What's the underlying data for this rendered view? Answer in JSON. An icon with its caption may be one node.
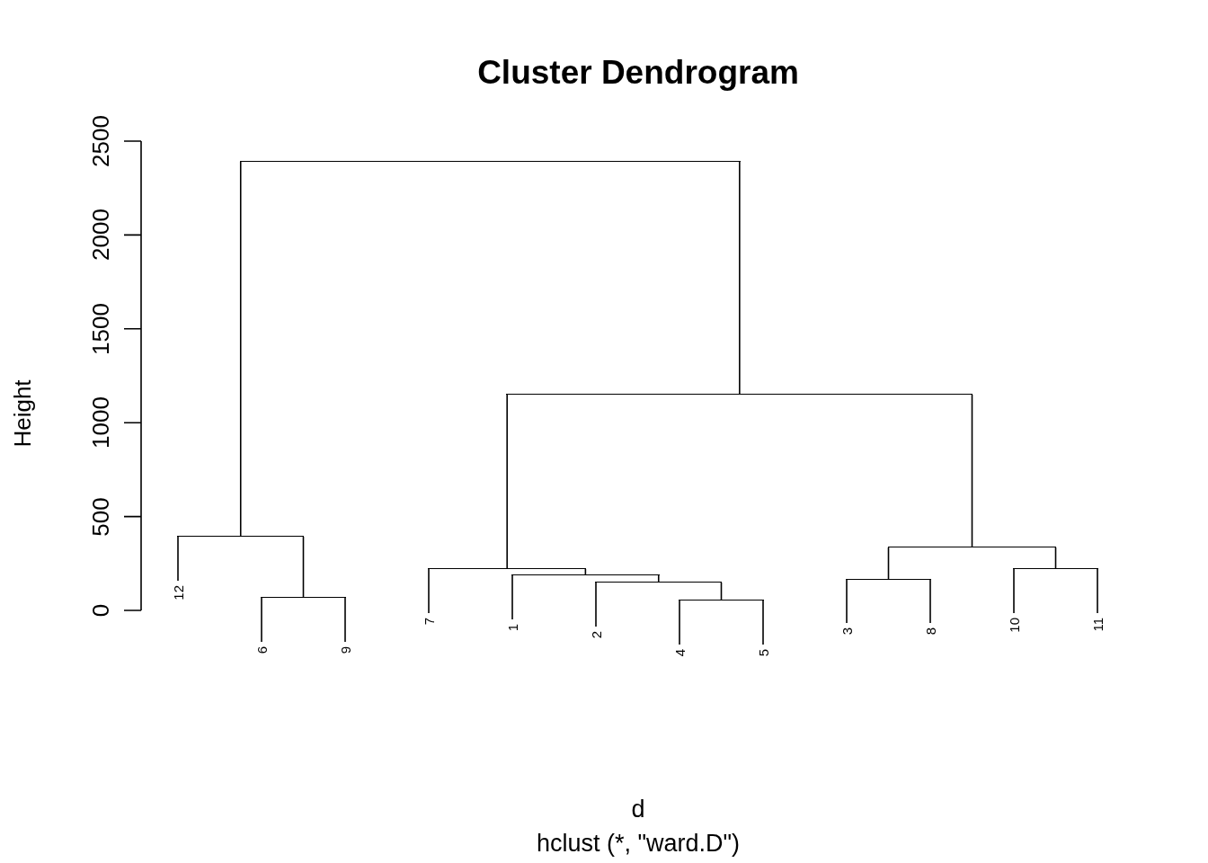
{
  "diagram": {
    "title": "Cluster Dendrogram",
    "nodes": [
      {
        "text": [
          "12"
        ]
      },
      {
        "text": [
          "6"
        ]
      },
      {
        "text": [
          "9"
        ]
      },
      {
        "text": [
          "7"
        ]
      },
      {
        "text": [
          "1"
        ]
      },
      {
        "text": [
          "2"
        ]
      },
      {
        "text": [
          "4"
        ]
      },
      {
        "text": [
          "5"
        ]
      },
      {
        "text": [
          "3"
        ]
      },
      {
        "text": [
          "8"
        ]
      },
      {
        "text": [
          "10"
        ]
      },
      {
        "text": [
          "11"
        ]
      },
      {
        "text": [],
        "shape": "bar"
      },
      {
        "text": [],
        "shape": "bar"
      },
      {
        "text": [],
        "shape": "bar"
      },
      {
        "text": [],
        "shape": "bar"
      },
      {
        "text": [],
        "shape": "bar"
      },
      {
        "text": [],
        "shape": "bar"
      },
      {
        "text": [],
        "shape": "bar"
      },
      {
        "text": [],
        "shape": "bar"
      },
      {
        "text": [],
        "shape": "bar"
      },
      {
        "text": [],
        "shape": "bar"
      },
      {
        "text": [],
        "shape": "bar"
      }
    ],
    "edges": [
      {
        "from": 1,
        "to": 12,
        "arrow": "none"
      },
      {
        "from": 2,
        "to": 12,
        "arrow": "none"
      },
      {
        "from": 0,
        "to": 13,
        "arrow": "none"
      },
      {
        "from": 12,
        "to": 13,
        "arrow": "none"
      },
      {
        "from": 6,
        "to": 14,
        "arrow": "none"
      },
      {
        "from": 7,
        "to": 14,
        "arrow": "none"
      },
      {
        "from": 5,
        "to": 15,
        "arrow": "none"
      },
      {
        "from": 14,
        "to": 15,
        "arrow": "none"
      },
      {
        "from": 4,
        "to": 16,
        "arrow": "none"
      },
      {
        "from": 15,
        "to": 16,
        "arrow": "none"
      },
      {
        "from": 3,
        "to": 17,
        "arrow": "none"
      },
      {
        "from": 16,
        "to": 17,
        "arrow": "none"
      },
      {
        "from": 8,
        "to": 18,
        "arrow": "none"
      },
      {
        "from": 9,
        "to": 18,
        "arrow": "none"
      },
      {
        "from": 10,
        "to": 19,
        "arrow": "none"
      },
      {
        "from": 11,
        "to": 19,
        "arrow": "none"
      },
      {
        "from": 18,
        "to": 20,
        "arrow": "none"
      },
      {
        "from": 19,
        "to": 20,
        "arrow": "none"
      },
      {
        "from": 17,
        "to": 21,
        "arrow": "none"
      },
      {
        "from": 20,
        "to": 21,
        "arrow": "none"
      },
      {
        "from": 13,
        "to": 22,
        "arrow": "none"
      },
      {
        "from": 21,
        "to": 22,
        "arrow": "none"
      }
    ],
    "labels": [
      "2500",
      "2000",
      "1500",
      "1000",
      "500",
      "0",
      "Height",
      "d",
      "hclust (*, \"ward.D\")"
    ]
  }
}
